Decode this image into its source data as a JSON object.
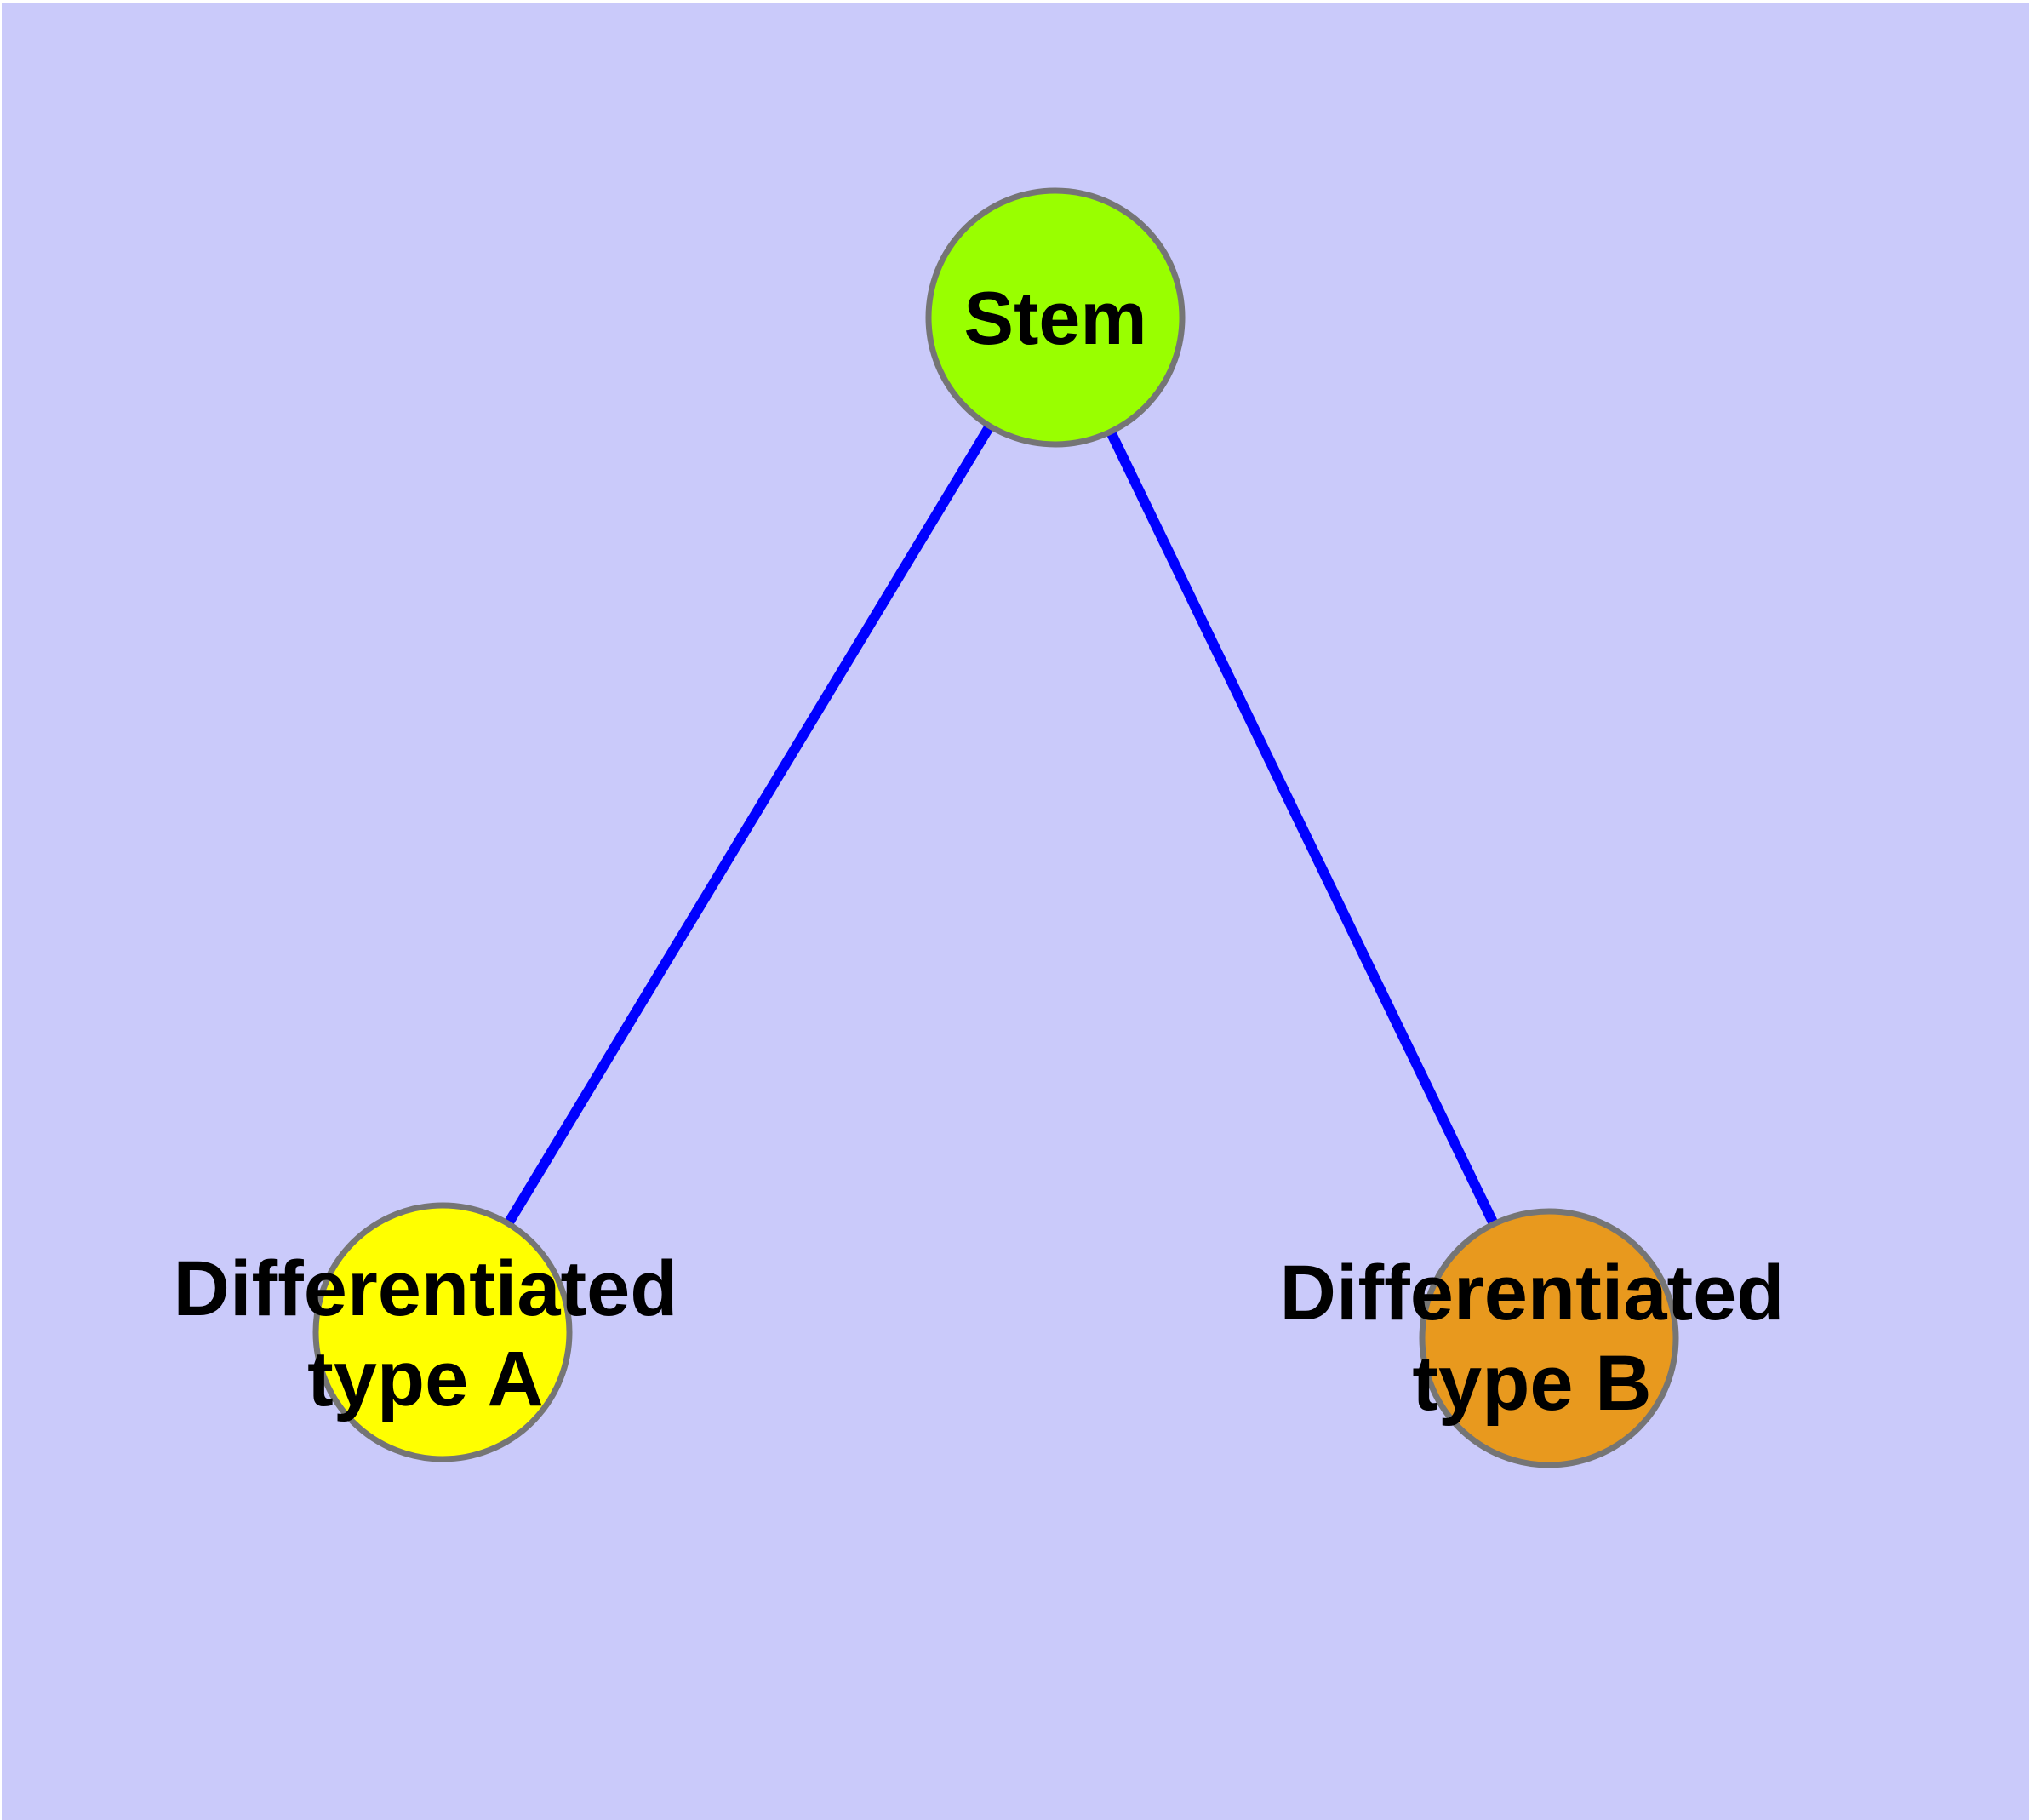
{
  "canvas": {
    "background": "#CACAFA",
    "margin_color": "#FFFFFF"
  },
  "graph": {
    "nodes": [
      {
        "id": "stem",
        "label": "Stem",
        "lines": [
          "Stem"
        ],
        "shape": "circle",
        "fill": "#99FF00"
      },
      {
        "id": "type-a",
        "label": "Differentiated type A",
        "lines": [
          "Differentiated",
          "type A"
        ],
        "shape": "circle",
        "fill": "#FFFF00"
      },
      {
        "id": "type-b",
        "label": "Differentiated type B",
        "lines": [
          "Differentiated",
          "type B"
        ],
        "shape": "circle",
        "fill": "#E8991E"
      }
    ],
    "edges": [
      {
        "from": "stem",
        "to": "type-a"
      },
      {
        "from": "stem",
        "to": "type-b"
      }
    ],
    "styles": {
      "edge_color": "#0000FF",
      "edge_width": 12,
      "node_stroke": "#757575",
      "node_stroke_width": 7,
      "label_color": "#000000"
    }
  }
}
